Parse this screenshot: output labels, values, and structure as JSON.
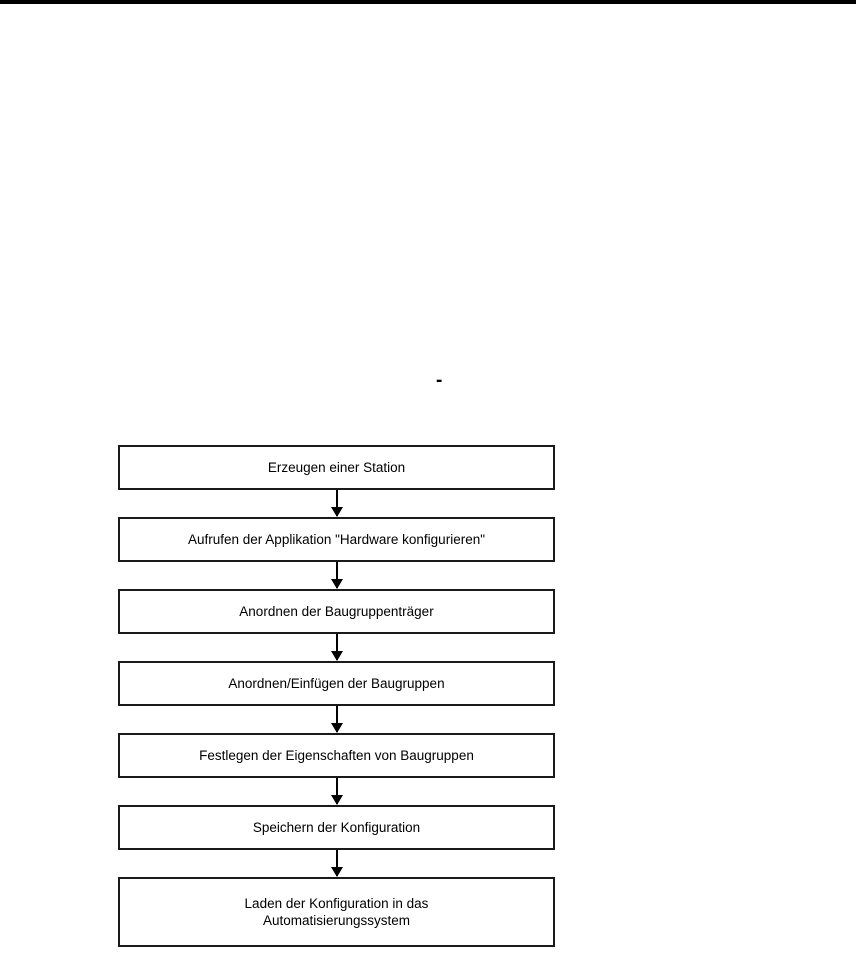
{
  "page": {
    "dash_mark": "-"
  },
  "flowchart": {
    "steps": [
      {
        "label": "Erzeugen einer Station"
      },
      {
        "label": "Aufrufen der Applikation \"Hardware konfigurieren\""
      },
      {
        "label": "Anordnen der Baugruppenträger"
      },
      {
        "label": "Anordnen/Einfügen der Baugruppen"
      },
      {
        "label": "Festlegen der Eigenschaften von Baugruppen"
      },
      {
        "label": "Speichern der Konfiguration"
      },
      {
        "label": "Laden der Konfiguration in das\nAutomatisierungssystem"
      }
    ],
    "colors": {
      "box_border": "#1a1a1a",
      "box_background": "#ffffff",
      "arrow": "#000000",
      "text": "#000000",
      "top_rule": "#000000"
    }
  }
}
